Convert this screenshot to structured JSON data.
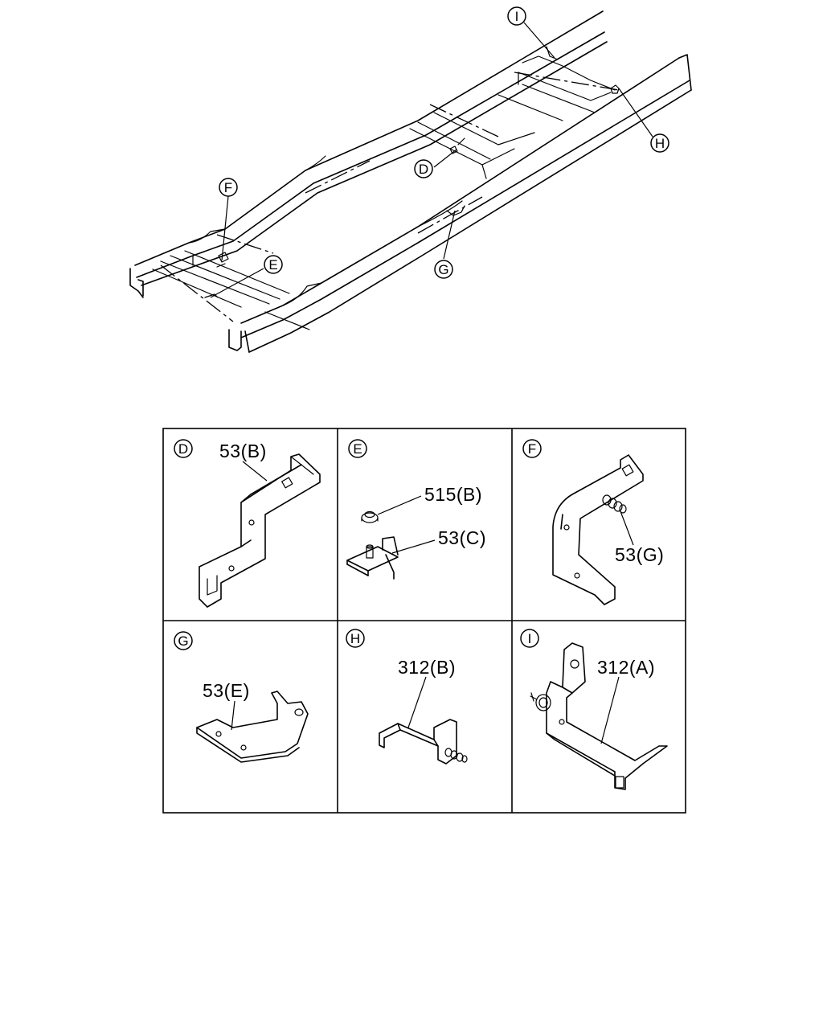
{
  "overview": {
    "callouts": [
      {
        "id": "I",
        "label": "I"
      },
      {
        "id": "H",
        "label": "H"
      },
      {
        "id": "D",
        "label": "D"
      },
      {
        "id": "F",
        "label": "F"
      },
      {
        "id": "E",
        "label": "E"
      },
      {
        "id": "G",
        "label": "G"
      }
    ]
  },
  "details": [
    {
      "id": "D",
      "letter": "D",
      "part_labels": [
        "53(B)"
      ]
    },
    {
      "id": "E",
      "letter": "E",
      "part_labels": [
        "515(B)",
        "53(C)"
      ]
    },
    {
      "id": "F",
      "letter": "F",
      "part_labels": [
        "53(G)"
      ]
    },
    {
      "id": "G",
      "letter": "G",
      "part_labels": [
        "53(E)"
      ]
    },
    {
      "id": "H",
      "letter": "H",
      "part_labels": [
        "312(B)"
      ]
    },
    {
      "id": "I",
      "letter": "I",
      "part_labels": [
        "312(A)"
      ]
    }
  ]
}
